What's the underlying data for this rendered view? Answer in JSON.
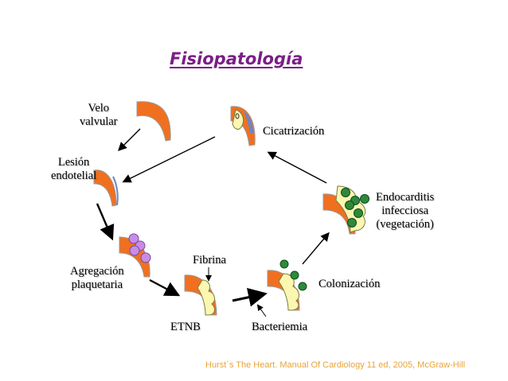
{
  "title": "Fisiopatología",
  "stages": {
    "velo_valvular": [
      "Velo",
      "valvular"
    ],
    "lesion_endotelial": [
      "Lesión",
      "endotelial"
    ],
    "agregacion_plaquetaria": [
      "Agregación",
      "plaquetaria"
    ],
    "fibrina": "Fibrina",
    "etnb": "ETNB",
    "bacteriemia": "Bacteriemia",
    "colonizacion": "Colonización",
    "endocarditis": [
      "Endocarditis",
      "infecciosa",
      "(vegetación)"
    ],
    "cicatrizacion": "Cicatrización"
  },
  "citation": "Hurst´s The Heart. Manual Of Cardiology 11 ed, 2005, McGraw-Hill",
  "colors": {
    "title": "#7a1f86",
    "valve_fill": "#f07020",
    "valve_edge": "#a0a0a0",
    "platelet": "#c88ce6",
    "fibrin": "#fbf6b0",
    "bacteria": "#2e8a3a",
    "citation": "#e8a43a"
  }
}
